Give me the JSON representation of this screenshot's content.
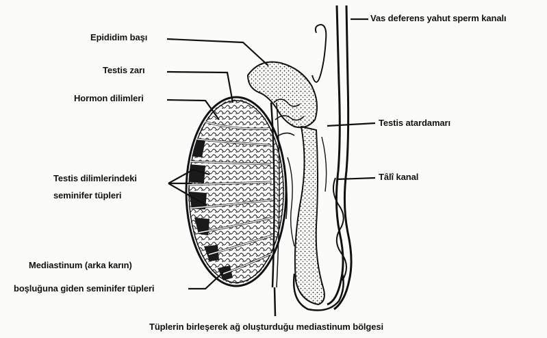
{
  "labels": {
    "epididim_basi": "Epididim başı",
    "testis_zari": "Testis zarı",
    "hormon_dilimleri": "Hormon dilimleri",
    "seminifer_line1": "Testis dilimlerindeki",
    "seminifer_line2": "seminifer tüpleri",
    "mediastinum_line1": "Mediastinum (arka karın)",
    "mediastinum_line2": "boşluğuna giden seminifer tüpleri",
    "vas_deferens": "Vas deferens yahut sperm kanalı",
    "testis_atardamari": "Testis atardamarı",
    "tali_kanal": "Tâlî kanal",
    "mediastinum_bolgesi": "Tüplerin birleşerek ağ oluşturduğu mediastinum bölgesi"
  },
  "colors": {
    "ink": "#111111",
    "paper": "#fbfbf9",
    "lobule_fill": "#ffffff",
    "dark_fill": "#1a1a1a"
  }
}
